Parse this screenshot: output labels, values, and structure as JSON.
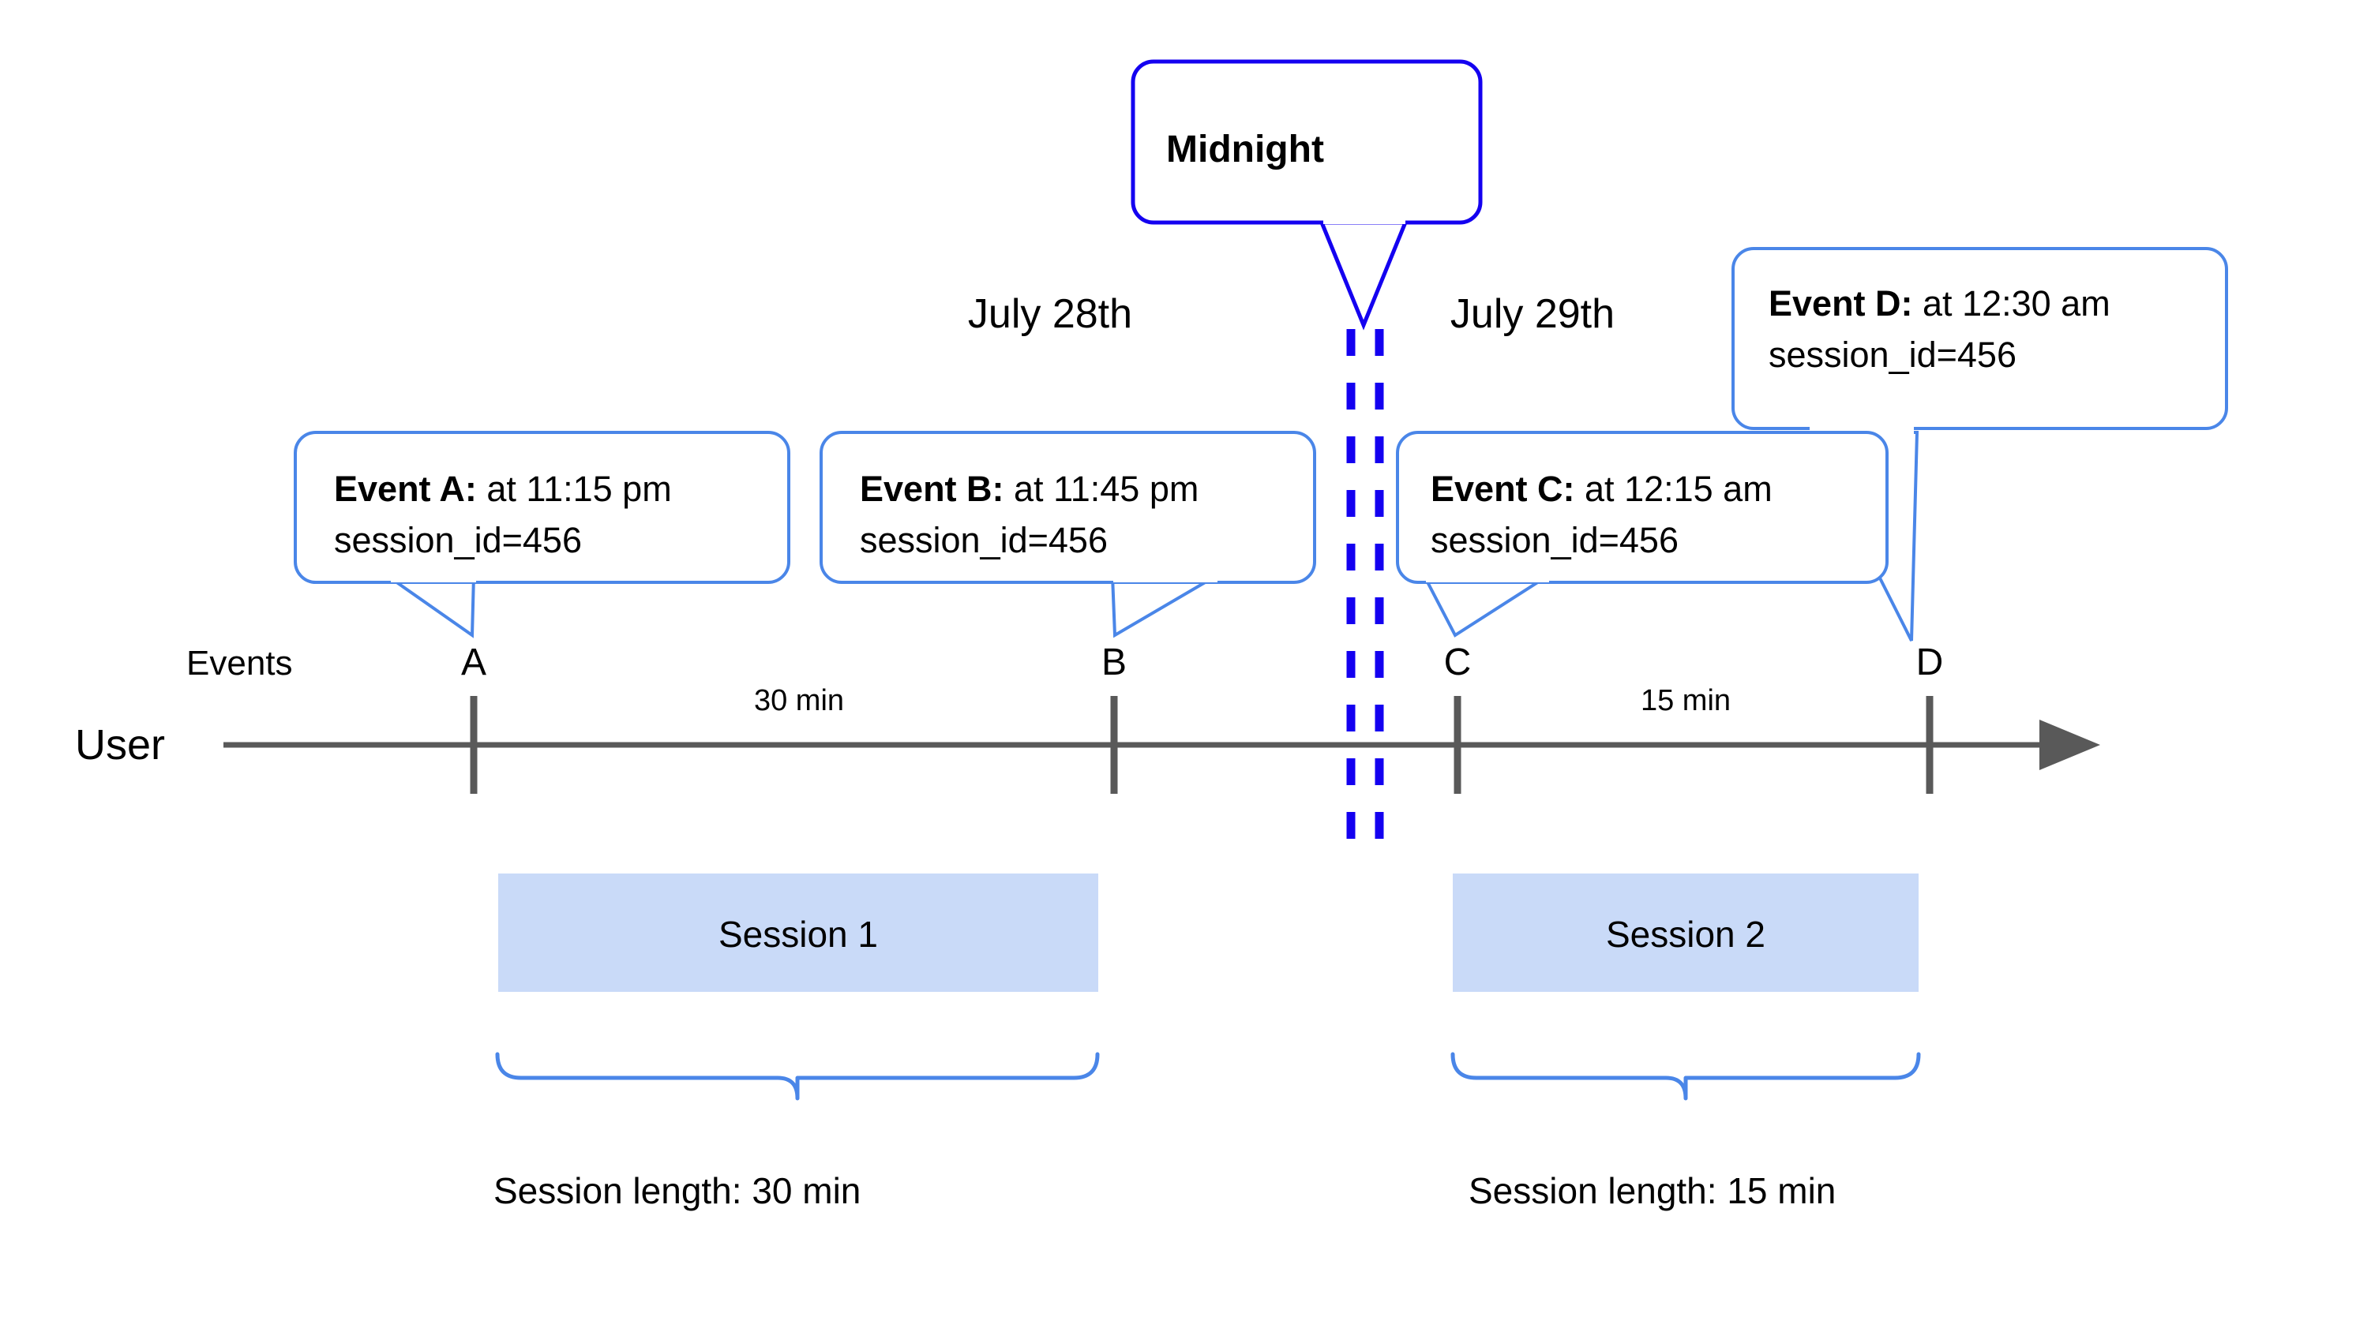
{
  "diagram": {
    "title_hidden": "User session timeline across midnight",
    "colors": {
      "callout_border": "#4a86e8",
      "midnight_border": "#1400f0",
      "midnight_dash": "#1400f0",
      "axis": "#595959",
      "session_fill": "#c9daf8",
      "brace": "#4a86e8",
      "text": "#000000",
      "background": "#ffffff"
    },
    "axis": {
      "row_label": "User",
      "events_label": "Events",
      "tick_labels": [
        "A",
        "B",
        "C",
        "D"
      ],
      "duration_labels": [
        "30 min",
        "15 min"
      ]
    },
    "dates": {
      "left": "July 28th",
      "right": "July 29th"
    },
    "midnight": {
      "label": "Midnight"
    },
    "callouts": [
      {
        "id": "A",
        "title": "Event A:",
        "time": " at 11:15 pm",
        "line2": "session_id=456"
      },
      {
        "id": "B",
        "title": "Event B:",
        "time": " at 11:45 pm",
        "line2": "session_id=456"
      },
      {
        "id": "C",
        "title": "Event C:",
        "time": " at 12:15 am",
        "line2": "session_id=456"
      },
      {
        "id": "D",
        "title": "Event D:",
        "time": " at 12:30 am",
        "line2": "session_id=456"
      }
    ],
    "sessions": [
      {
        "box_label": "Session 1",
        "length_label": "Session length: 30 min"
      },
      {
        "box_label": "Session 2",
        "length_label": "Session length: 15 min"
      }
    ]
  },
  "chart_data": {
    "type": "timeline",
    "title": "User session timeline across midnight",
    "xlabel": "",
    "ylabel": "User",
    "events": [
      {
        "name": "A",
        "time": "11:15 pm",
        "date": "July 28th",
        "session_id": 456,
        "session": "Session 1"
      },
      {
        "name": "B",
        "time": "11:45 pm",
        "date": "July 28th",
        "session_id": 456,
        "session": "Session 1"
      },
      {
        "name": "C",
        "time": "12:15 am",
        "date": "July 29th",
        "session_id": 456,
        "session": "Session 2"
      },
      {
        "name": "D",
        "time": "12:30 am",
        "date": "July 29th",
        "session_id": 456,
        "session": "Session 2"
      }
    ],
    "intervals": [
      {
        "from": "A",
        "to": "B",
        "label": "30 min",
        "minutes": 30
      },
      {
        "from": "C",
        "to": "D",
        "label": "15 min",
        "minutes": 15
      }
    ],
    "sessions": [
      {
        "name": "Session 1",
        "from": "A",
        "to": "B",
        "length_minutes": 30,
        "length_label": "Session length: 30 min"
      },
      {
        "name": "Session 2",
        "from": "C",
        "to": "D",
        "length_minutes": 15,
        "length_label": "Session length: 15 min"
      }
    ],
    "boundaries": [
      {
        "label": "Midnight",
        "between": [
          "B",
          "C"
        ]
      }
    ],
    "legend": [],
    "grid": false
  }
}
